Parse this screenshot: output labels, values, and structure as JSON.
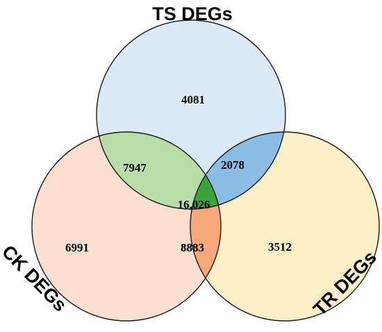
{
  "sets": {
    "ts": {
      "label": "TS DEGs",
      "color": "#dce9f6"
    },
    "ck": {
      "label": "CK DEGs",
      "color": "#fbe0d1"
    },
    "tr": {
      "label": "TR DEGs",
      "color": "#fdf0c9"
    }
  },
  "regions": {
    "ts_only": {
      "count": "4081"
    },
    "ck_only": {
      "count": "6991"
    },
    "tr_only": {
      "count": "3512"
    },
    "ts_ck": {
      "count": "7947",
      "color": "#b9dda7"
    },
    "ts_tr": {
      "count": "2078",
      "color": "#8cbde4"
    },
    "ck_tr": {
      "count": "8883",
      "color": "#f7a87a"
    },
    "all": {
      "count": "16,026",
      "color": "#3ca33b"
    }
  },
  "outline_color": "#1a1a1a"
}
